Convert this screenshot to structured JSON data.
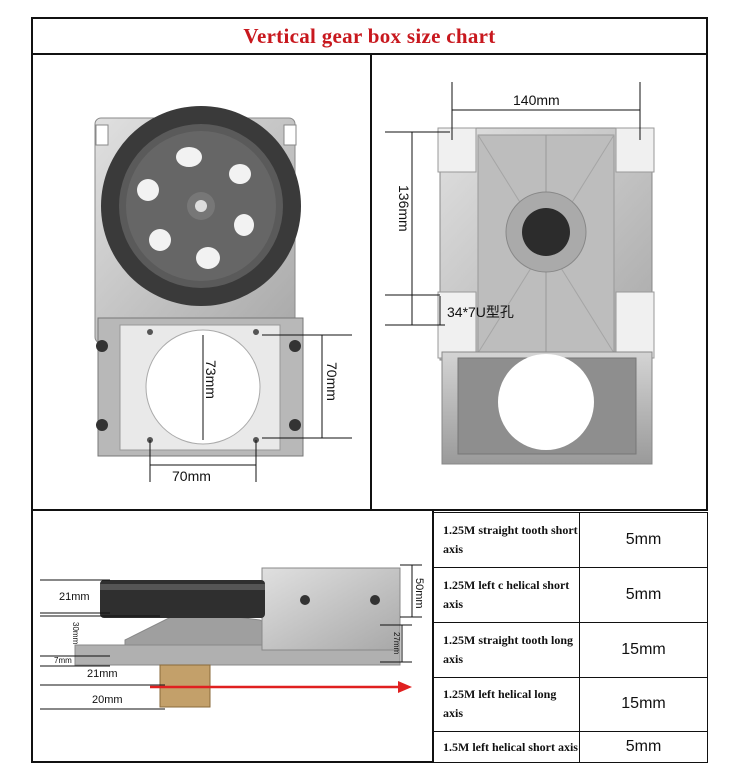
{
  "title": "Vertical gear box size chart",
  "colors": {
    "title": "#c8181e",
    "arrow": "#e02020",
    "metal": "#c9c9c9",
    "dark_gear": "#3a3a3a"
  },
  "left_panel": {
    "dim_width": "70mm",
    "dim_hole_height": "73mm",
    "dim_plate_height": "70mm"
  },
  "right_panel": {
    "dim_width": "140mm",
    "dim_height": "136mm",
    "slot_label": "34*7U型孔"
  },
  "side_view": {
    "dim_gear_thickness": "21mm",
    "dim_top_height": "50mm",
    "dim_body_height": "30mm",
    "dim_mid_height": "27mm",
    "dim_base": "7mm",
    "dim_shaft_offset": "21mm",
    "dim_shaft_length": "20mm"
  },
  "spec_table": [
    {
      "name": "1.25M straight tooth short axis",
      "value": "5mm"
    },
    {
      "name": "1.25M left с helical short axis",
      "value": "5mm"
    },
    {
      "name": "1.25M straight tooth long axis",
      "value": "15mm"
    },
    {
      "name": "1.25M left  helical long axis",
      "value": "15mm"
    },
    {
      "name": "1.5M left helical short axis",
      "value": "5mm"
    }
  ]
}
